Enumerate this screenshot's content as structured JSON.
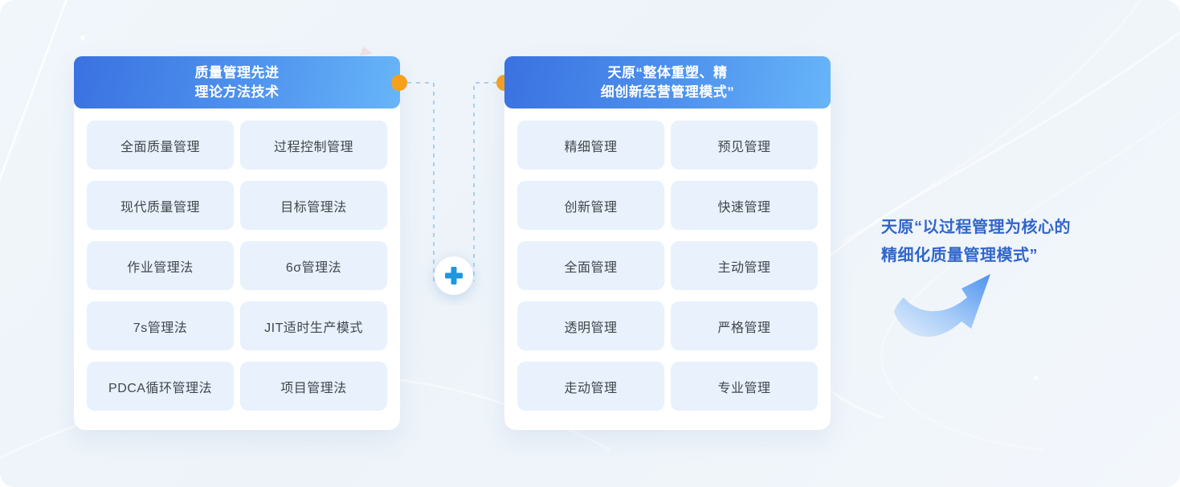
{
  "left_panel": {
    "header": {
      "line1": "质量管理先进",
      "line2": "理论方法技术"
    },
    "items": [
      "全面质量管理",
      "过程控制管理",
      "现代质量管理",
      "目标管理法",
      "作业管理法",
      "6σ管理法",
      "7s管理法",
      "JIT适时生产模式",
      "PDCA循环管理法",
      "项目管理法"
    ]
  },
  "right_panel": {
    "header": {
      "line1": "天原“整体重塑、精",
      "line2": "细创新经营管理模式”"
    },
    "items": [
      "精细管理",
      "预见管理",
      "创新管理",
      "快速管理",
      "全面管理",
      "主动管理",
      "透明管理",
      "严格管理",
      "走动管理",
      "专业管理"
    ]
  },
  "result": {
    "line1": "天原“以过程管理为核心的",
    "line2": "精细化质量管理模式”"
  },
  "connector": {
    "symbol": "plus"
  },
  "colors": {
    "header_gradient_start": "#3A72E1",
    "header_gradient_end": "#67B5F9",
    "tile_background": "#E8F1FC",
    "tile_text": "#42464B",
    "orange_dot": "#F7A01B",
    "plus_blue": "#1E96E0",
    "dashed_line": "#A9CFF2",
    "result_text": "#3166C9",
    "panel_background": "#FFFFFF",
    "page_background": "#EFF4FA"
  }
}
